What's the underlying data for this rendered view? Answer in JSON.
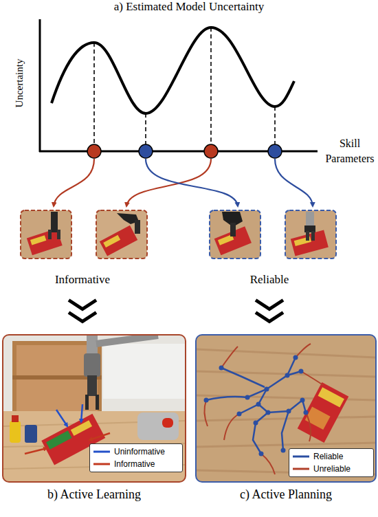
{
  "diagram": {
    "title": "a) Estimated Model Uncertainty",
    "nodes": [
      {
        "text": [
          "Informative"
        ]
      },
      {
        "text": [
          "Reliable"
        ]
      },
      {
        "text": [
          "b) Active Learning"
        ]
      },
      {
        "text": [
          "c) Active Planning"
        ]
      }
    ],
    "edges": [
      {
        "from": 0,
        "to": 2,
        "arrow": "to"
      },
      {
        "from": 1,
        "to": 3,
        "arrow": "to"
      }
    ],
    "labels": [
      "Uncertainty",
      "Skill Parameters"
    ],
    "legend": [
      {
        "text": "Uninformative"
      },
      {
        "text": "Informative"
      },
      {
        "text": "Reliable"
      },
      {
        "text": "Unreliable"
      }
    ]
  }
}
